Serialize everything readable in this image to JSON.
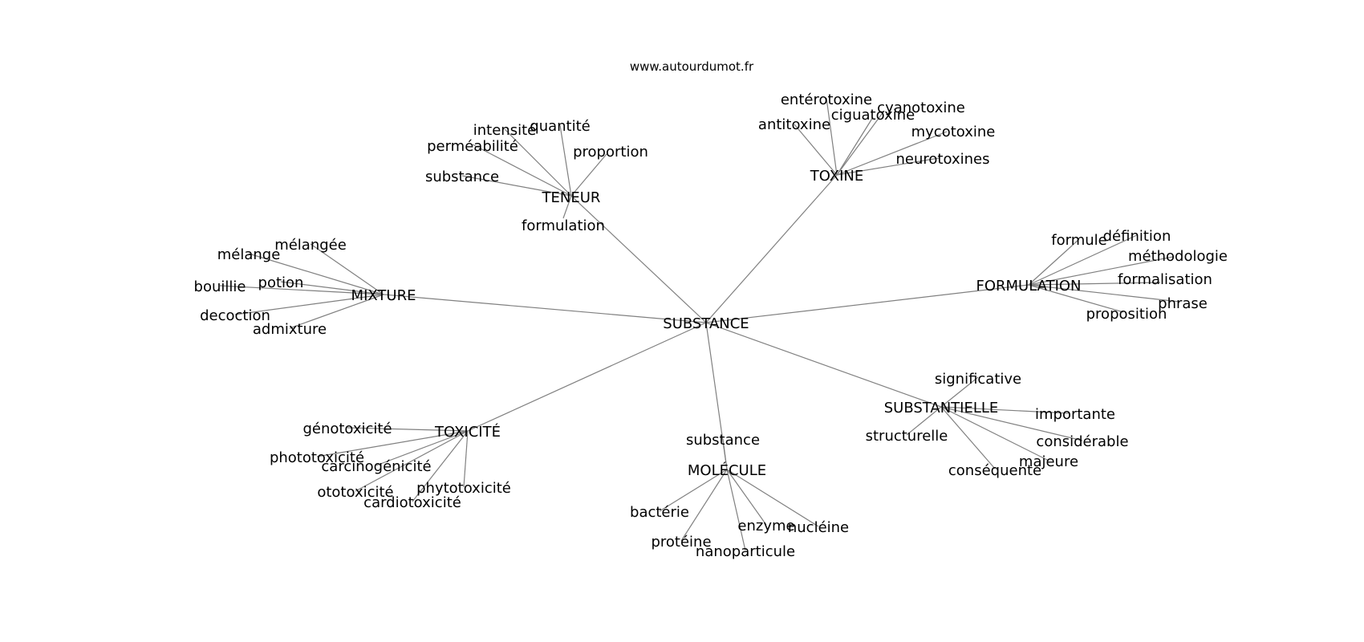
{
  "source": "www.autourdumot.fr",
  "center": "SUBSTANCE",
  "groups": [
    {
      "label": "TENEUR",
      "words": [
        "quantité",
        "intensité",
        "perméabilité",
        "proportion",
        "substance",
        "formulation"
      ]
    },
    {
      "label": "TOXINE",
      "words": [
        "entérotoxine",
        "cyanotoxine",
        "ciguatoxine",
        "antitoxine",
        "mycotoxine",
        "neurotoxines"
      ]
    },
    {
      "label": "MIXTURE",
      "words": [
        "mélangée",
        "mélange",
        "potion",
        "bouillie",
        "decoction",
        "admixture"
      ]
    },
    {
      "label": "FORMULATION",
      "words": [
        "définition",
        "formule",
        "méthodologie",
        "formalisation",
        "phrase",
        "proposition"
      ]
    },
    {
      "label": "SUBSTANTIELLE",
      "words": [
        "significative",
        "importante",
        "structurelle",
        "considérable",
        "majeure",
        "conséquente"
      ]
    },
    {
      "label": "TOXICITÉ",
      "words": [
        "génotoxicité",
        "phototoxicité",
        "carcinogénicité",
        "phytotoxicité",
        "ototoxicité",
        "cardiotoxicité"
      ]
    },
    {
      "label": "MOLÉCULE",
      "words": [
        "substance",
        "bactérie",
        "enzyme",
        "nucléine",
        "protéine",
        "nanoparticule"
      ]
    }
  ]
}
